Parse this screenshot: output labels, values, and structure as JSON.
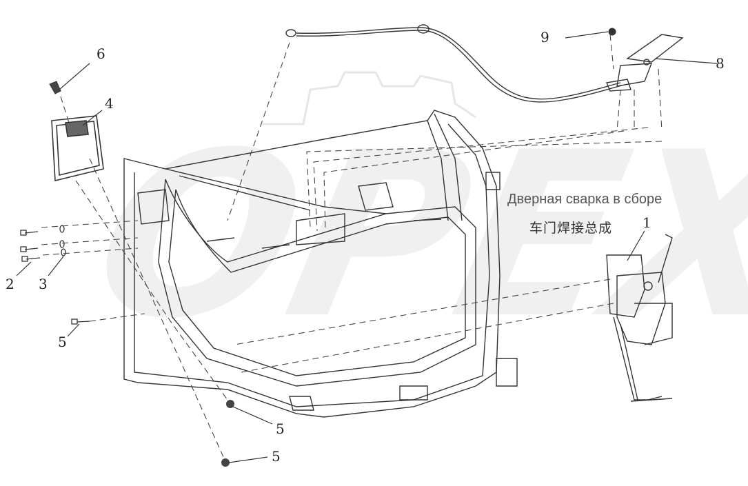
{
  "captions": {
    "assembly_ru": "Дверная сварка в сборе",
    "assembly_cn": "车门焊接总成"
  },
  "callouts": {
    "c1": "1",
    "c2": "2",
    "c3": "3",
    "c4": "4",
    "c5a": "5",
    "c5b": "5",
    "c5c": "5",
    "c6": "6",
    "c8": "8",
    "c9": "9"
  },
  "watermark": {
    "text": "OPEX"
  },
  "colors": {
    "line": "#333333",
    "dash": "#444444",
    "caption": "#555555"
  }
}
